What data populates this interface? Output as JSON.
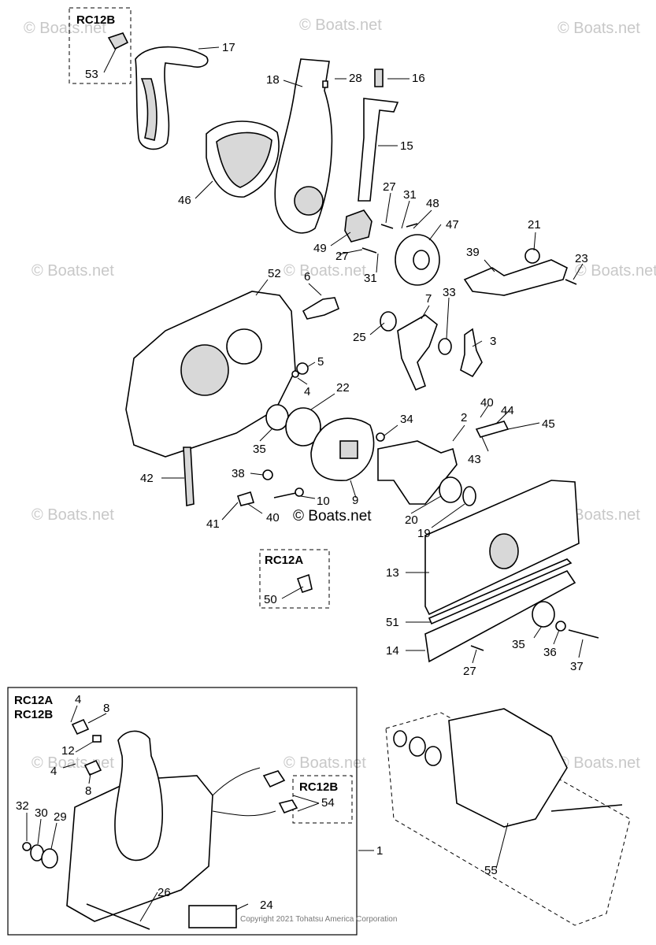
{
  "watermark": "© Boats.net",
  "copyright": "Copyright 2021 Tohatsu America Corporation",
  "groups": [
    "RC12B",
    "RC12A",
    "RC12A",
    "RC12B",
    "RC12B"
  ],
  "callouts": [
    "17",
    "53",
    "18",
    "28",
    "16",
    "15",
    "46",
    "27",
    "31",
    "48",
    "47",
    "49",
    "27",
    "31",
    "21",
    "39",
    "23",
    "52",
    "6",
    "7",
    "33",
    "25",
    "5",
    "3",
    "4",
    "22",
    "34",
    "2",
    "40",
    "44",
    "45",
    "35",
    "38",
    "42",
    "41",
    "40",
    "10",
    "9",
    "20",
    "43",
    "19",
    "50",
    "13",
    "51",
    "35",
    "36",
    "37",
    "14",
    "27",
    "4",
    "8",
    "12",
    "4",
    "8",
    "32",
    "30",
    "29",
    "54",
    "1",
    "26",
    "24",
    "55"
  ]
}
